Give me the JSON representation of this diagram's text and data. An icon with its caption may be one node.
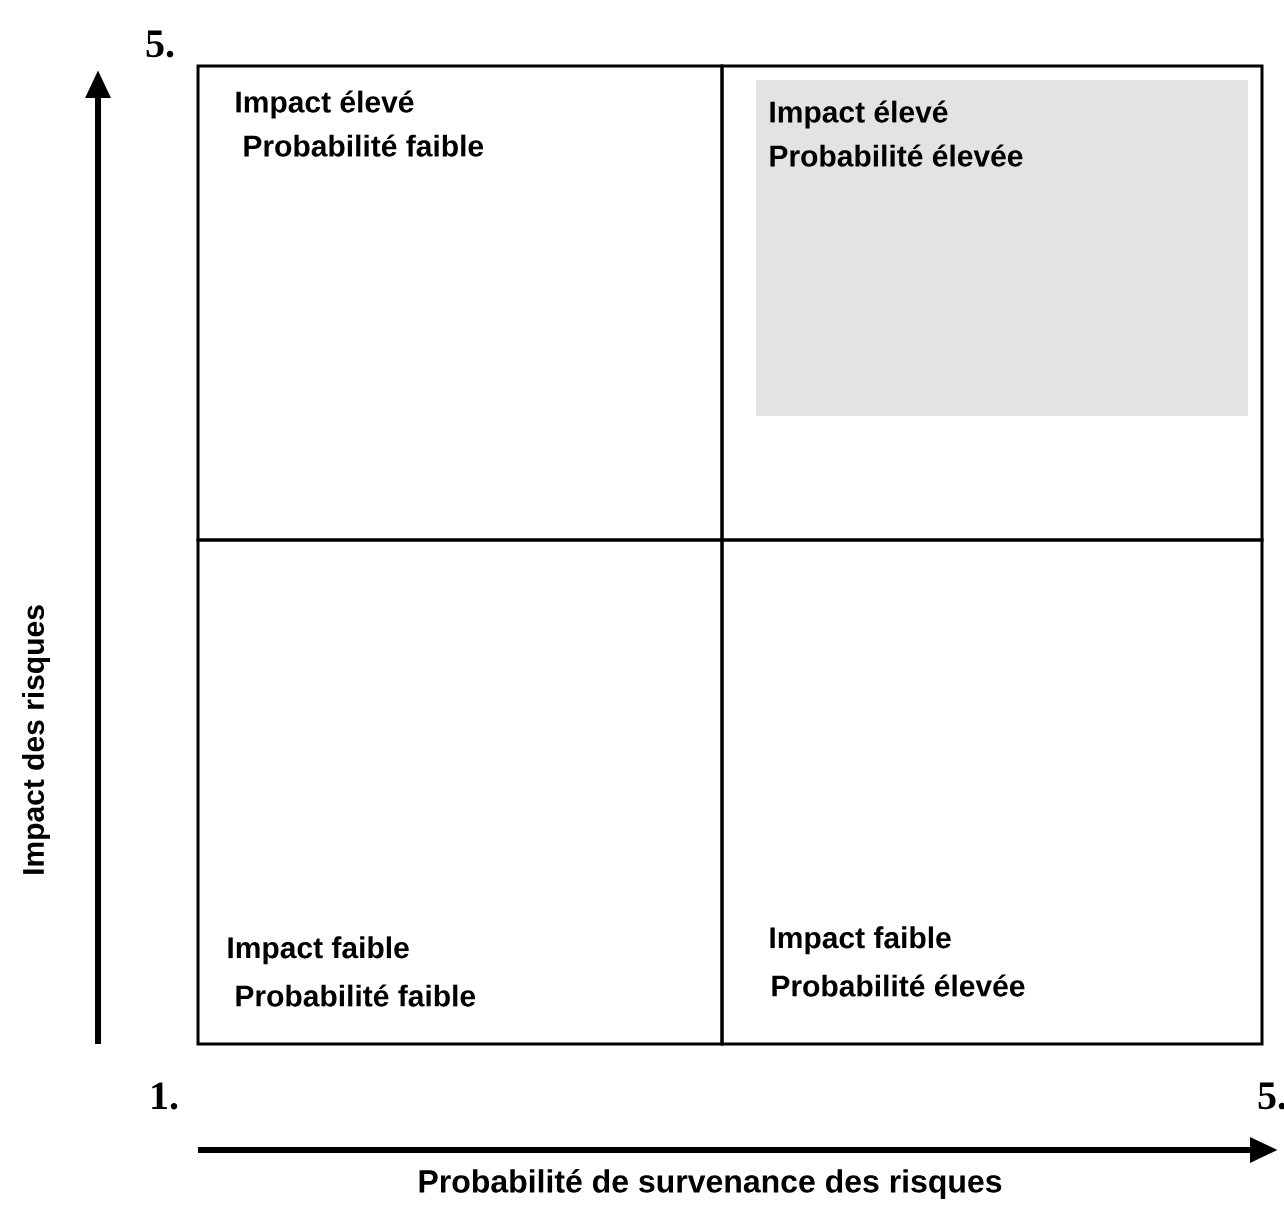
{
  "diagram": {
    "nodes": [
      {
        "text": [
          "Impact élevé",
          "Probabilité faible"
        ]
      },
      {
        "text": [
          "Impact élevé",
          "Probabilité élevée"
        ]
      },
      {
        "text": [
          "Impact faible",
          "Probabilité faible"
        ]
      },
      {
        "text": [
          "Impact faible",
          "Probabilité élevée"
        ]
      }
    ],
    "labels": [
      "5.",
      "Impact des risques",
      "1.",
      "5.",
      "Probabilité de survenance des risques"
    ]
  }
}
